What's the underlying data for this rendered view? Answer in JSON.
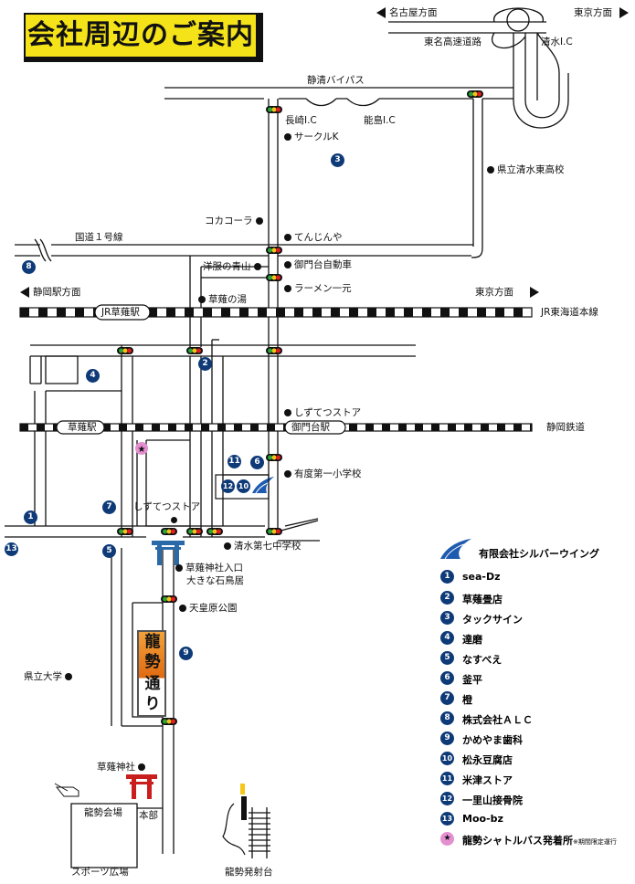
{
  "title": "会社周辺のご案内",
  "directions": {
    "nagoya": "名古屋方面",
    "tokyo_top": "東京方面",
    "shizuoka_station": "静岡駅方面",
    "tokyo_right": "東京方面"
  },
  "roads": {
    "tomei": "東名高速道路",
    "shimizu_ic": "清水I.C",
    "seisei_bypass": "静清バイパス",
    "nagasaki_ic": "長崎I.C",
    "noshima_ic": "能島I.C",
    "route1": "国道１号線"
  },
  "rail": {
    "jr_station": "JR草薙駅",
    "jr_line": "JR東海道本線",
    "kusanagi_station": "草薙駅",
    "mikadodai_station": "御門台駅",
    "shizuoka_railway": "静岡鉄道"
  },
  "landmarks": {
    "circle_k": "サークルK",
    "kencho_shimizu_higashi": "県立清水東高校",
    "coca_cola": "コカコーラ",
    "tenjinya": "てんじんや",
    "mikadodai_car": "御門台自動車",
    "yofuku_aoyama": "洋服の青山",
    "ramen": "ラーメン一元",
    "kusanagi_yu": "草薙の湯",
    "shizutetsu_store_top": "しずてつストア",
    "arido_school": "有度第一小学校",
    "shizutetsu_store_mid": "しずてつストア",
    "shimizu_7th": "清水第七中学校",
    "shrine_entrance_1": "草薙神社入口",
    "shrine_entrance_2": "大きな石鳥居",
    "tenno_park": "天皇原公園",
    "prefectural_univ": "県立大学",
    "kusanagi_shrine": "草薙神社",
    "ryusei_hall": "龍勢会場",
    "honbu": "本部",
    "sports_field": "スポーツ広場",
    "launch_pad": "龍勢発射台"
  },
  "street_sign": [
    "龍",
    "勢",
    "通",
    "り"
  ],
  "legend": {
    "company": "有限会社シルバーウイング",
    "items": [
      {
        "num": "1",
        "label": "sea-Dz"
      },
      {
        "num": "2",
        "label": "草薙畳店"
      },
      {
        "num": "3",
        "label": "タックサイン"
      },
      {
        "num": "4",
        "label": "達磨"
      },
      {
        "num": "5",
        "label": "なすべえ"
      },
      {
        "num": "6",
        "label": "釜平"
      },
      {
        "num": "7",
        "label": "橙"
      },
      {
        "num": "8",
        "label": "株式会社ＡＬＣ"
      },
      {
        "num": "9",
        "label": "かめやま歯科"
      },
      {
        "num": "10",
        "label": "松永豆腐店"
      },
      {
        "num": "11",
        "label": "米津ストア"
      },
      {
        "num": "12",
        "label": "一里山接骨院"
      },
      {
        "num": "13",
        "label": "Moo-bz"
      }
    ],
    "shuttle": "龍勢シャトルバス発着所",
    "shuttle_note": "※期間限定運行"
  },
  "colors": {
    "badge": "#0e3a78",
    "title_bg": "#f5e31a",
    "shuttle_star": "#e48fd0",
    "torii": "#2b6aa8",
    "torii_shrine": "#c81e1e",
    "company_logo": "#1e5bb0"
  }
}
